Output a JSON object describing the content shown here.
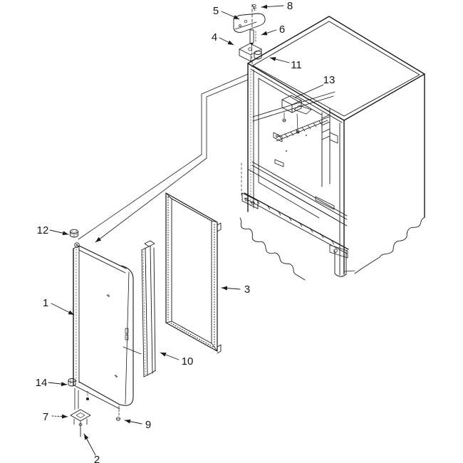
{
  "colors": {
    "line": "#1a1a1a",
    "background": "#ffffff"
  },
  "callouts": [
    {
      "label": "1"
    },
    {
      "label": "2"
    },
    {
      "label": "3"
    },
    {
      "label": "4"
    },
    {
      "label": "5"
    },
    {
      "label": "6"
    },
    {
      "label": "7"
    },
    {
      "label": "8"
    },
    {
      "label": "9"
    },
    {
      "label": "10"
    },
    {
      "label": "11"
    },
    {
      "label": "12"
    },
    {
      "label": "13"
    },
    {
      "label": "14"
    }
  ]
}
